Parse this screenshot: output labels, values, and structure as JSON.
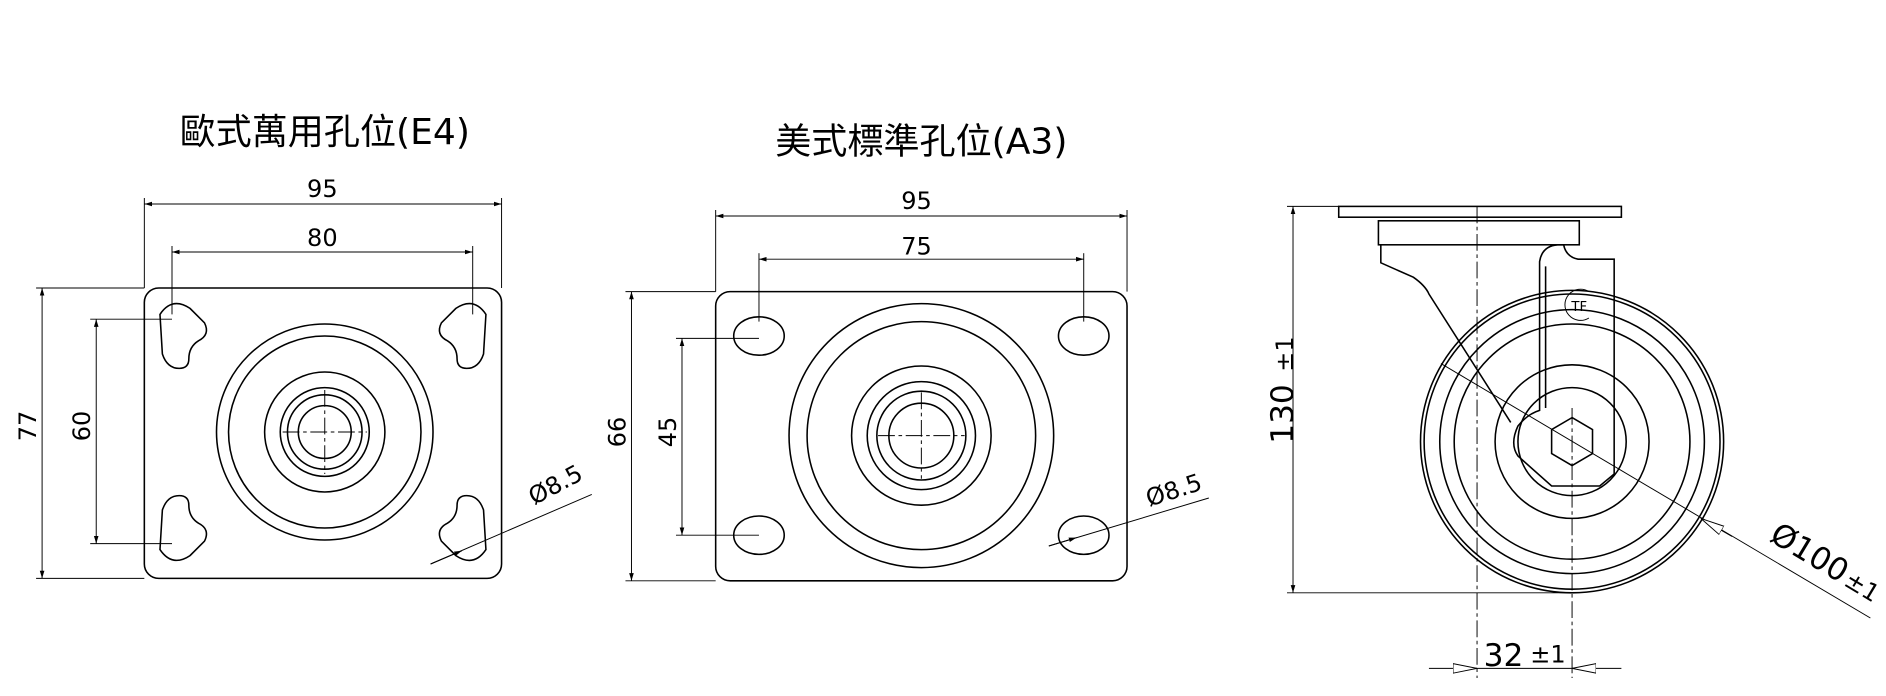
{
  "views": {
    "e4": {
      "title": "歐式萬用孔位(E4)",
      "dim_width": "95",
      "dim_hole_spacing_x": "80",
      "dim_height": "77",
      "dim_hole_spacing_y": "60",
      "dim_hole_diameter": "Ø8.5"
    },
    "a3": {
      "title": "美式標準孔位(A3)",
      "dim_width": "95",
      "dim_hole_spacing_x": "75",
      "dim_height": "66",
      "dim_hole_spacing_y": "45",
      "dim_hole_diameter": "Ø8.5"
    },
    "side": {
      "dim_height": "130",
      "dim_height_tol": "±1",
      "dim_offset": "32",
      "dim_offset_tol": "±1",
      "dim_wheel_diameter": "Ø100",
      "dim_wheel_tol": "±1",
      "logo_text": "TF"
    }
  }
}
